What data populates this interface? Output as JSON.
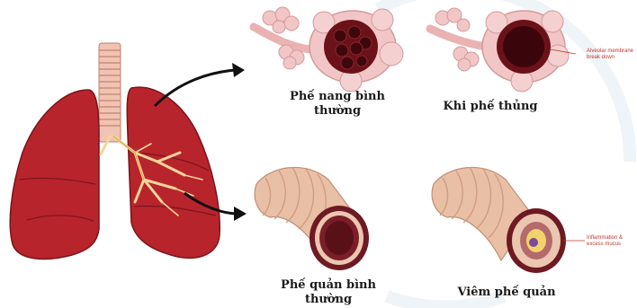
{
  "panels": {
    "alveoli_normal": {
      "caption_line1": "Phế nang bình",
      "caption_line2": "thường"
    },
    "alveoli_emphysema": {
      "caption": "Khi phế thủng",
      "annotation_line1": "Alveolar membrane",
      "annotation_line2": "break down"
    },
    "bronchus_normal": {
      "caption_line1": "Phế quản bình",
      "caption_line2": "thường"
    },
    "bronchus_inflamed": {
      "caption": "Viêm phế quản",
      "annotation_line1": "Inflammation &",
      "annotation_line2": "excess mucus"
    }
  },
  "colors": {
    "lung": "#b8242c",
    "lung_dark": "#8e1a20",
    "trachea": "#f1c3b3",
    "alveoli_pink": "#f2c6c6",
    "alveoli_dark": "#5a0f16",
    "bronchus_tan": "#e9c0a6",
    "bronchus_ring": "#6e1a22",
    "arrow": "#111111"
  }
}
